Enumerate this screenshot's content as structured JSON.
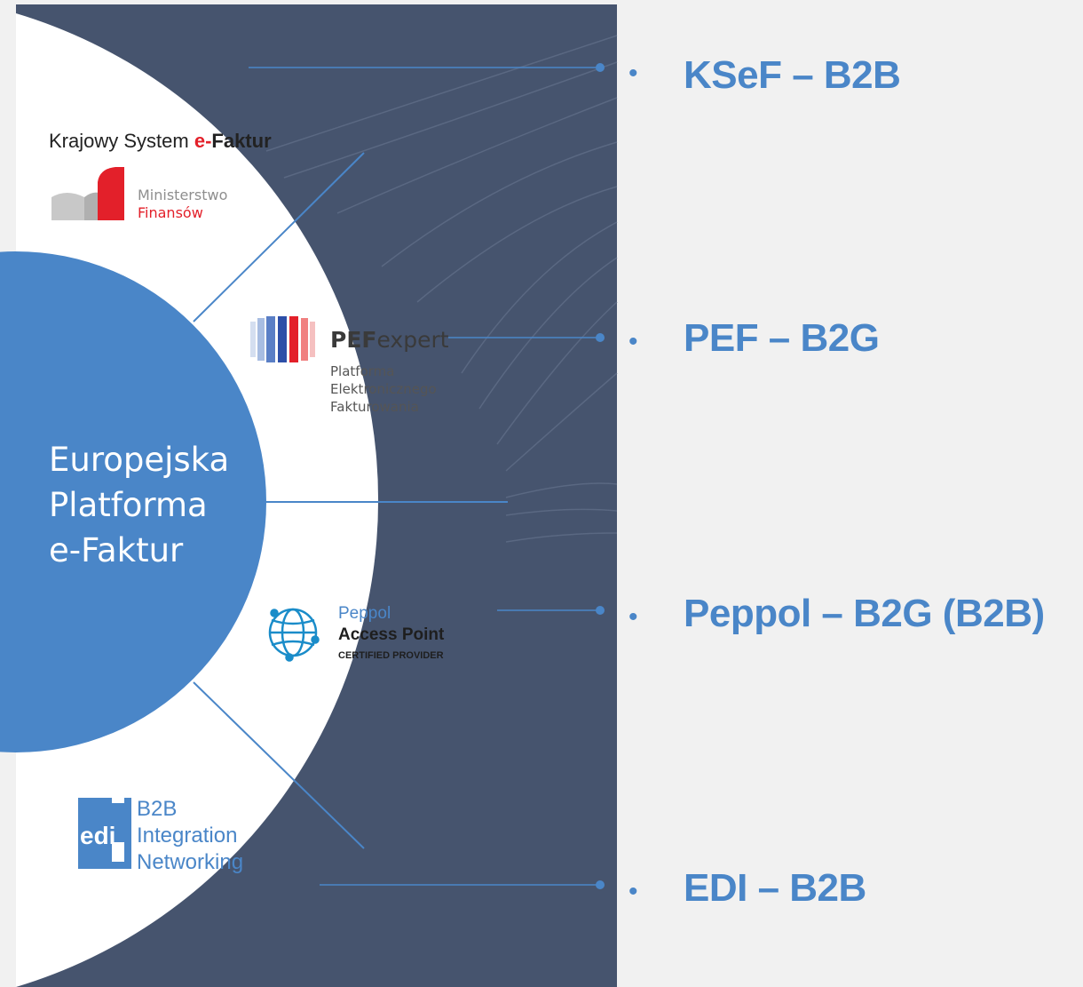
{
  "center": {
    "lines": [
      "Europejska",
      "Platforma",
      "e-Faktur"
    ]
  },
  "ksef_logo": {
    "prefix": "Krajowy System ",
    "highlight": "e-",
    "suffix": "Faktur"
  },
  "mf_logo": {
    "line1": "Ministerstwo",
    "line2": "Finansów"
  },
  "pef_logo": {
    "title_bold": "PEF",
    "title_rest": "expert",
    "lines": [
      "Platforma",
      "Elektronicznego",
      "Fakturowania"
    ]
  },
  "peppol_logo": {
    "line1": "Peppol",
    "line2": "Access Point",
    "line3": "CERTIFIED PROVIDER"
  },
  "edi_logo": {
    "mark": "edi",
    "lines": [
      "B2B",
      "Integration",
      "Networking"
    ]
  },
  "labels": [
    {
      "bullet": "•",
      "text": "KSeF – B2B"
    },
    {
      "bullet": "•",
      "text": "PEF – B2G"
    },
    {
      "bullet": "•",
      "text": "Peppol – B2G (B2B)"
    },
    {
      "bullet": "•",
      "text": "EDI – B2B"
    }
  ],
  "colors": {
    "panel": "#46546e",
    "accent": "#4a86c8",
    "ring": "#ffffff",
    "background": "#f1f1f1"
  }
}
